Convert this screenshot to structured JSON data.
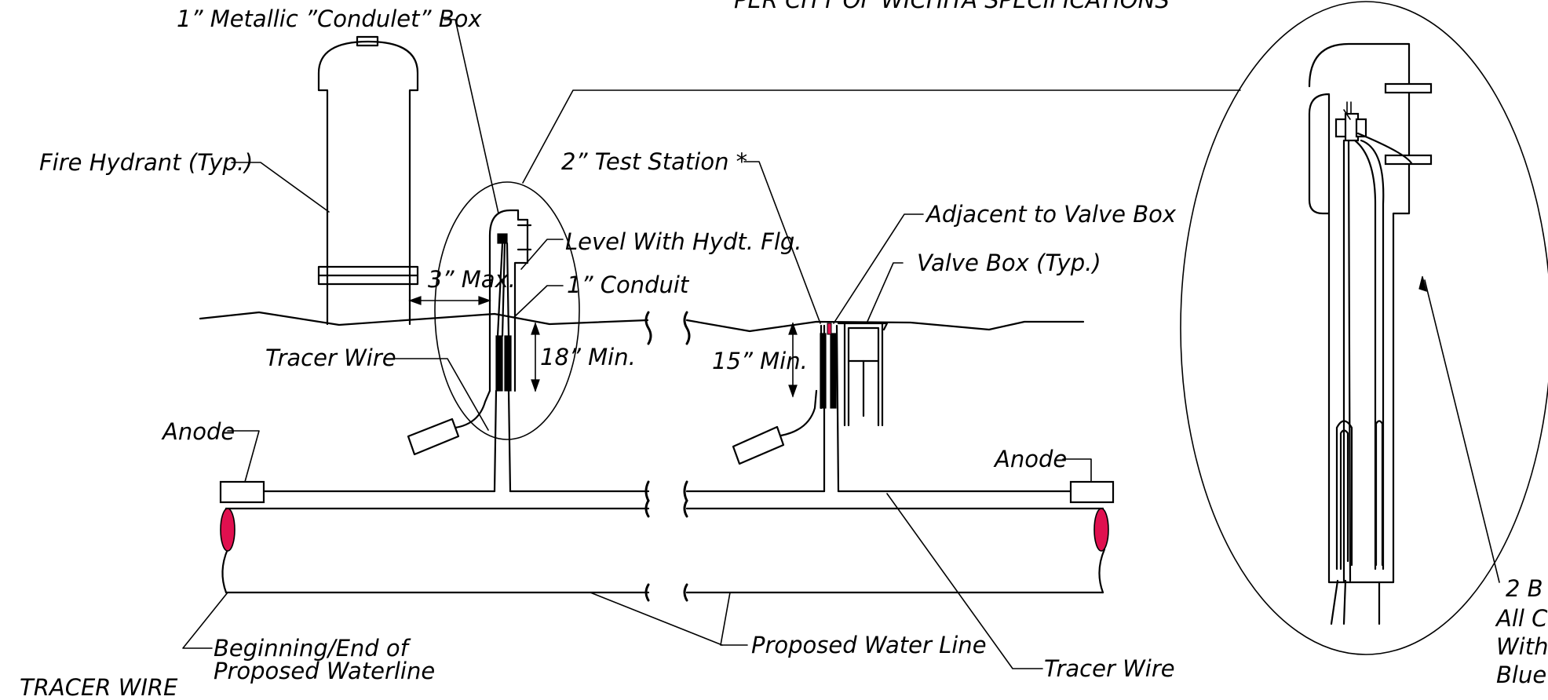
{
  "header": {
    "title_partial": "PER  CITY  OF  WICHITA  SPECIFICATIONS",
    "bottom_left_partial": "TRACER  WIRE"
  },
  "labels": {
    "condulet_box": "1” Metallic ”Condulet” Box",
    "fire_hydrant": "Fire Hydrant (Typ.)",
    "level_with_flange": "Level With Hydt. Flg.",
    "three_inch_max": "3” Max.",
    "one_inch_conduit": "1” Conduit",
    "eighteen_min": "18” Min.",
    "tracer_wire_left": "Tracer Wire",
    "anode_left": "Anode",
    "test_station": "2” Test Station *",
    "adjacent_valve_box": "Adjacent to Valve Box",
    "valve_box": "Valve Box (Typ.)",
    "fifteen_min": "15” Min.",
    "anode_right": "Anode",
    "beginning_end_line1": "Beginning/End of",
    "beginning_end_line2": "Proposed Waterline",
    "proposed_water_line": "Proposed Water Line",
    "tracer_wire_right": "Tracer Wire",
    "note_line1_partial": "2  B",
    "note_line2_partial": "All  Co",
    "note_line3_partial": "With  S",
    "note_line4_partial": "Blue  S"
  },
  "colors": {
    "line": "#000000",
    "pipe_end_cap": "#e0104f",
    "background": "#ffffff"
  }
}
